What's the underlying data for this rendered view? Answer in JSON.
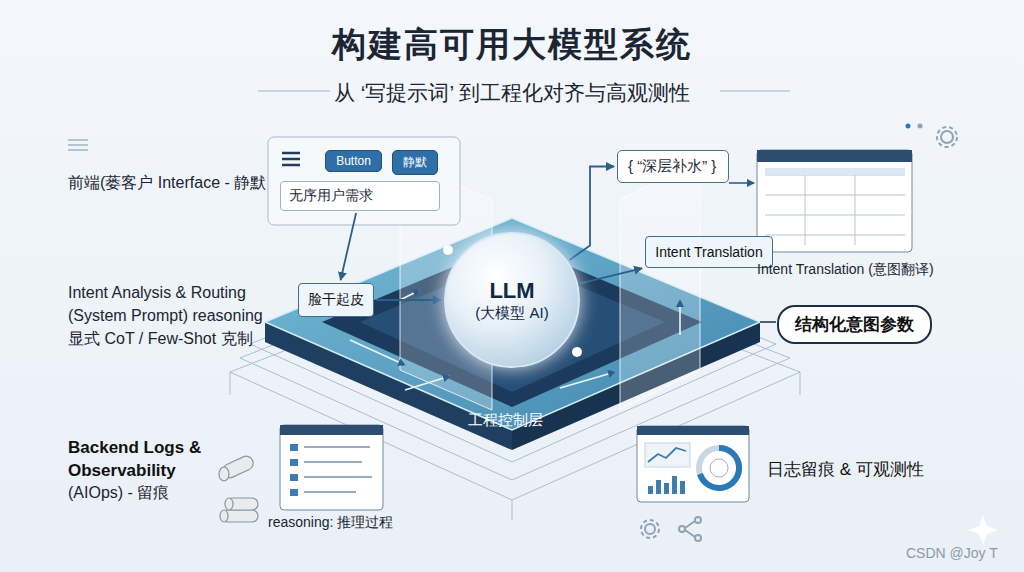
{
  "diagram": {
    "title": "构建高可用大模型系统",
    "caption": "从 ‘写提示词’ 到工程化对齐与高观测性",
    "nodes": [
      {
        "text": [
          "Button"
        ]
      },
      {
        "text": [
          "静默"
        ]
      },
      {
        "text": [
          "无序用户需求"
        ]
      },
      {
        "text": [
          "脸干起皮"
        ]
      },
      {
        "text": [
          "LLM",
          "(大模型 AI)"
        ]
      },
      {
        "text": [
          "{ “深层补水” }"
        ]
      },
      {
        "text": [
          "Intent Translation"
        ]
      },
      {
        "text": [
          "结构化意图参数"
        ]
      }
    ],
    "edges": [
      {
        "from": 2,
        "to": 3,
        "arrow": "to"
      },
      {
        "from": 3,
        "to": 4,
        "arrow": "to"
      },
      {
        "from": 4,
        "to": 5,
        "arrow": "to"
      },
      {
        "from": 4,
        "to": 6,
        "arrow": "to"
      }
    ],
    "labels": [
      "前端(蒌客户 Interface - 静默",
      "Intent Analysis & Routing (System Prompt) reasoning 显式 CoT / Few-Shot 克制",
      "Backend Logs & Observability",
      "(AIOps) - 留痕",
      "Intent Translation (意图翻译)",
      "日志留痕 & 可观测性",
      "工程控制层",
      "reasoning: 推理过程",
      "CSDN @Joy T"
    ]
  }
}
